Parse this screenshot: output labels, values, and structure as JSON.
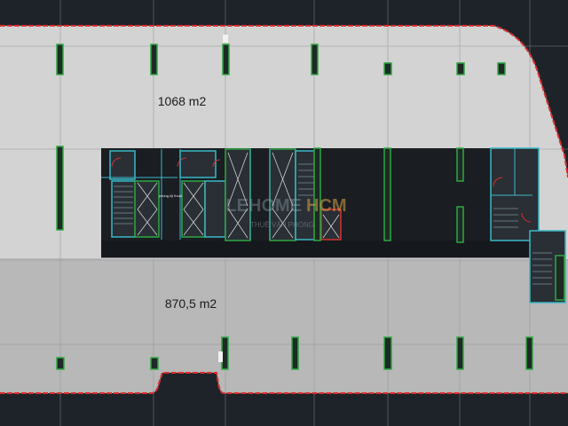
{
  "drawing": {
    "upper_area": {
      "label": "1068 m2"
    },
    "lower_area": {
      "label": "870,5 m2"
    },
    "core_tag": "phòng kỹ thuật",
    "watermark": {
      "part_a": "HCM",
      "part_b": "LEHOME",
      "part_c": "THUÊ VĂN PHÒNG"
    }
  },
  "colors": {
    "background": "#1e2329",
    "upper_floor": "#d3d3d3",
    "lower_floor": "#b8b8b8",
    "core": "#1a1d21",
    "boundary": "#d8302f",
    "column": "#2ea843",
    "cyan_lines": "#3ab8c8",
    "grid": "#8b8f94"
  },
  "icons": [
    "column-icon",
    "elevator-shaft-icon",
    "staircase-icon",
    "door-swing-icon"
  ]
}
